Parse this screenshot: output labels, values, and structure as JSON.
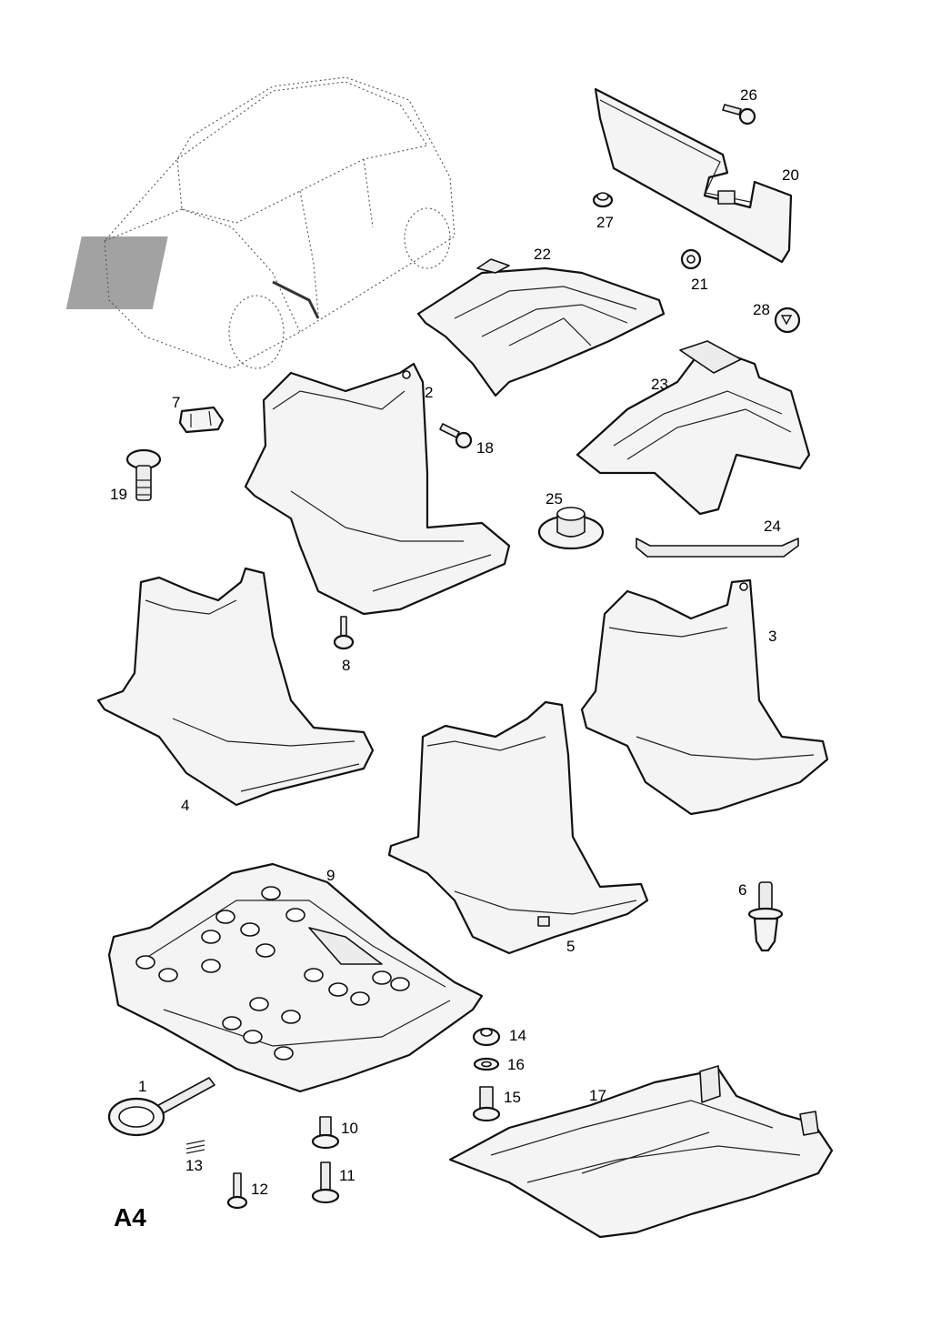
{
  "page_label": "A4",
  "callouts": {
    "c1": "1",
    "c2": "2",
    "c3": "3",
    "c4": "4",
    "c5": "5",
    "c6": "6",
    "c7": "7",
    "c8": "8",
    "c9": "9",
    "c10": "10",
    "c11": "11",
    "c12": "12",
    "c13": "13",
    "c14": "14",
    "c15": "15",
    "c16": "16",
    "c17": "17",
    "c18": "18",
    "c19": "19",
    "c20": "20",
    "c21": "21",
    "c22": "22",
    "c23": "23",
    "c24": "24",
    "c25": "25",
    "c26": "26",
    "c27": "27",
    "c28": "28"
  }
}
